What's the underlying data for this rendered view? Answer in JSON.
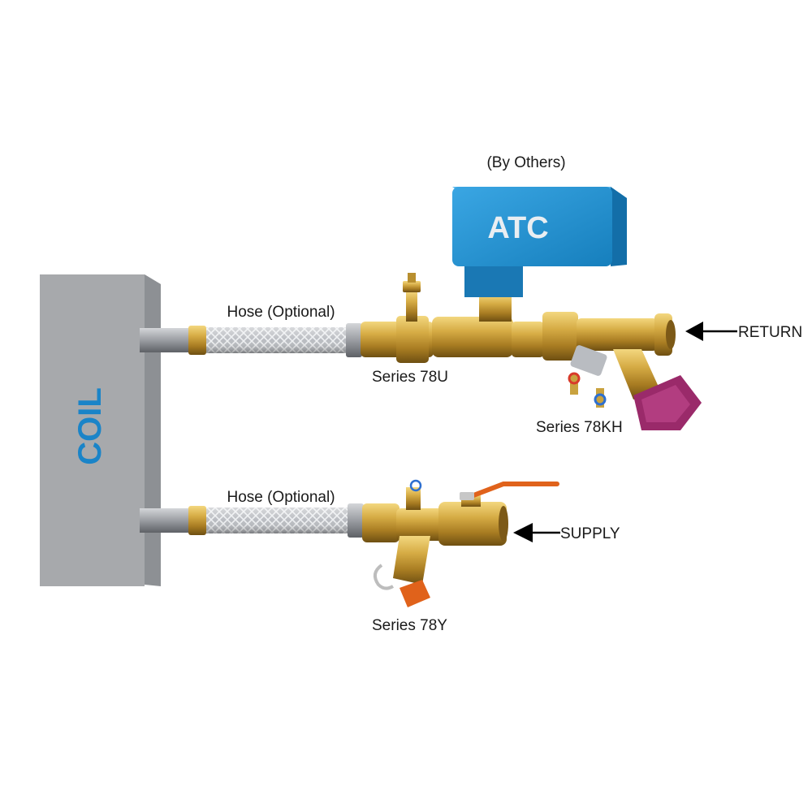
{
  "labels": {
    "by_others": "(By Others)",
    "atc": "ATC",
    "coil": "COIL",
    "hose_top": "Hose (Optional)",
    "hose_bottom": "Hose (Optional)",
    "series_78u": "Series 78U",
    "series_78kh": "Series 78KH",
    "series_78y": "Series 78Y",
    "return": "RETURN",
    "supply": "SUPPLY"
  },
  "colors": {
    "coil": "#a7a9ac",
    "atc_blue": "#1c8fd0",
    "brass": "#c9a23f",
    "pipe": "#9b9ea3",
    "handwheel": "#9a2a6a",
    "handle": "#e0621b"
  }
}
